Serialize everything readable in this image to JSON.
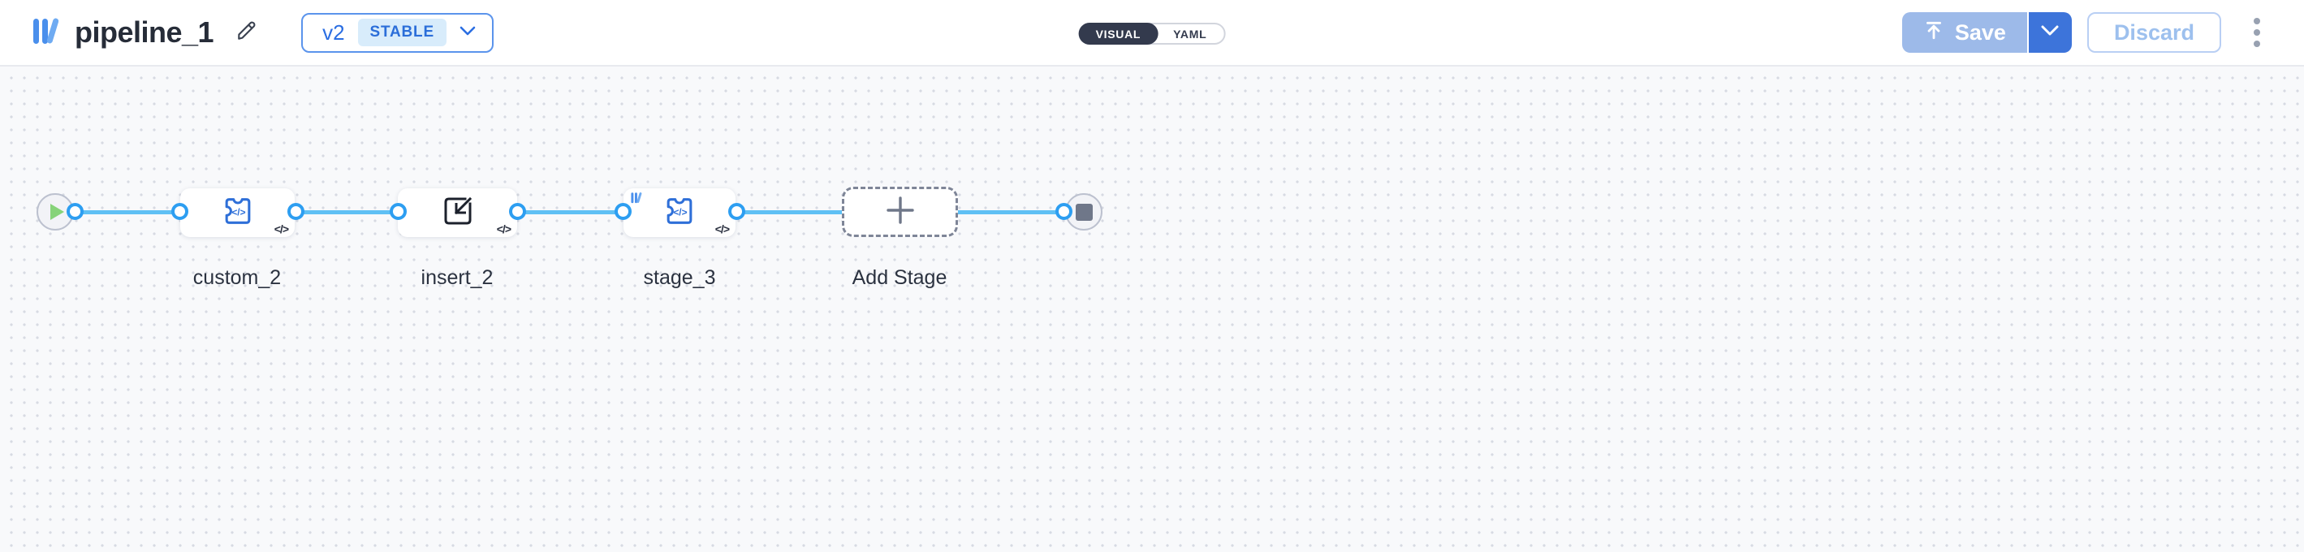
{
  "header": {
    "title": "pipeline_1",
    "version": {
      "label": "v2",
      "badge": "STABLE"
    },
    "toggle": {
      "visual": "VISUAL",
      "yaml": "YAML",
      "selected": "VISUAL"
    },
    "actions": {
      "save": "Save",
      "discard": "Discard"
    }
  },
  "canvas": {
    "labels": {
      "custom": "custom_2",
      "insert": "insert_2",
      "stage": "stage_3",
      "add": "Add Stage"
    },
    "code_badge": "</>"
  },
  "icons": {
    "logo": "library-bars-logo",
    "edit": "pencil-icon",
    "version_chevron": "chevron-down-icon",
    "save": "upload-icon",
    "save_chevron": "chevron-down-icon",
    "menu": "kebab-menu-icon",
    "start": "play-icon",
    "end": "stop-icon",
    "custom_node": "puzzle-code-icon",
    "insert_node": "import-icon",
    "stage_node": "puzzle-code-icon",
    "add_node": "plus-icon"
  },
  "colors": {
    "accent_blue": "#2b6ee2",
    "edge_blue": "#5fc0f4",
    "port_blue": "#2d9ef1",
    "save_bg": "#9dbae9",
    "save_caret_bg": "#3d74da",
    "toggle_active_bg": "#333a4d",
    "badge_bg": "#d8ecfb",
    "play_green": "#86d379",
    "stop_gray": "#6f7789",
    "canvas_bg": "#f8f9fb"
  }
}
